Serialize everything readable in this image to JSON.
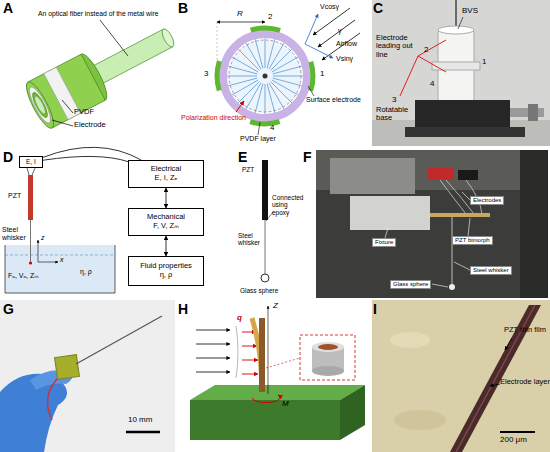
{
  "diagram": {
    "nodes": [
      {
        "text": [
          "E, I"
        ]
      },
      {
        "text": [
          "Electrical",
          "E, I, Zₑ"
        ]
      },
      {
        "text": [
          "Mechanical",
          "F, V, Zₘ"
        ]
      },
      {
        "text": [
          "Fluid properties",
          "η, ρ"
        ]
      }
    ],
    "edges": [
      {
        "from": 0,
        "to": 1,
        "arrow": "none"
      },
      {
        "from": 0,
        "to": 1,
        "arrow": "none"
      },
      {
        "from": 1,
        "to": 2,
        "arrow": "both"
      },
      {
        "from": 2,
        "to": 3,
        "arrow": "both"
      }
    ],
    "labels": [
      "A",
      "An optical fiber instead of the metal wire",
      "PVDF",
      "Electrode",
      "B",
      "R",
      "2",
      "Vcosγ",
      "γ",
      "Airflow",
      "Vsinγ",
      "3",
      "1",
      "Surface electrode",
      "Polarization direction",
      "PVDF layer",
      "4",
      "C",
      "BVS",
      "Electrode leading out line",
      "2",
      "1",
      "4",
      "3",
      "Rotatable base",
      "D",
      "PZT",
      "Steel whisker",
      "z",
      "x",
      "Fₒ, Vₒ, Zₘ",
      "η, ρ",
      "E",
      "PZT",
      "Steel whisker",
      "Connected using epoxy",
      "Glass sphere",
      "F",
      "Fixture",
      "PZT bimorph",
      "Electrodes",
      "Steel whisker",
      "Glass sphere",
      "G",
      "10 mm",
      "H",
      "Z",
      "q",
      "M",
      "I",
      "PZT thin film",
      "Electrode layer",
      "200 μm"
    ]
  }
}
